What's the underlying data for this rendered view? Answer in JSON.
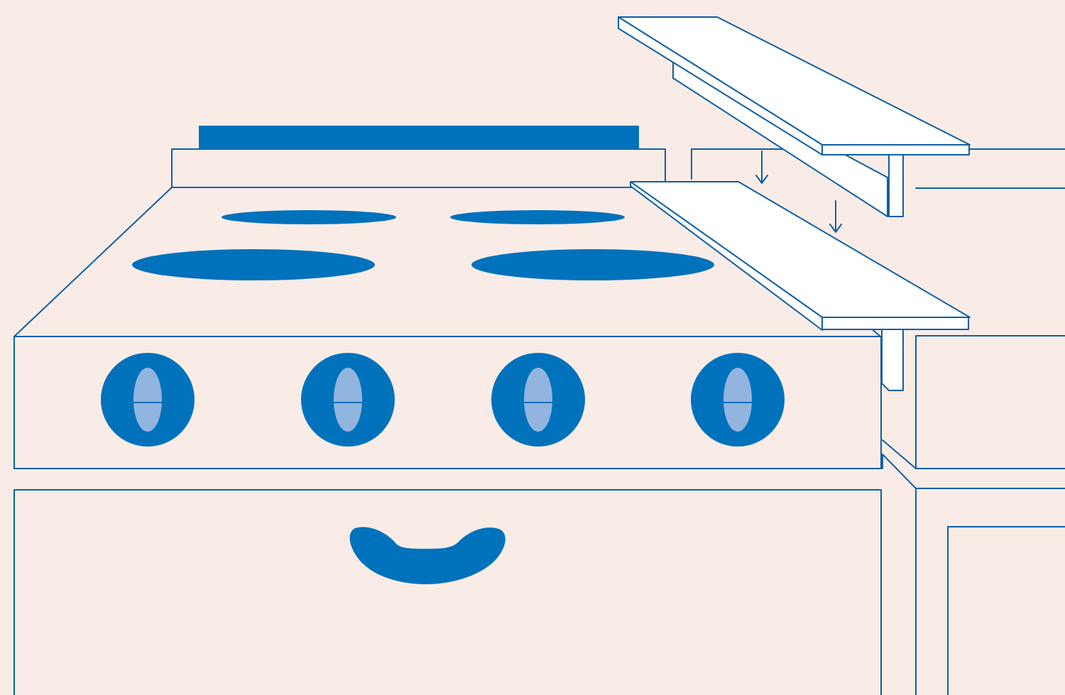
{
  "diagram": {
    "kind": "stove-gap-cover-installation",
    "colors": {
      "background": "#f9ece7",
      "line": "#0f5fa3",
      "fill": "#0072bc",
      "knob_highlight": "#92b5e0",
      "part_fill": "#ffffff"
    },
    "parts": {
      "stove": {
        "burners": 4,
        "knobs": 4,
        "handle": "smile"
      },
      "gap_cover": {
        "count": 2,
        "states": [
          "lifted",
          "installed"
        ],
        "profile": "T-shaped"
      },
      "arrows": {
        "count": 2,
        "direction": "down"
      }
    },
    "text": {}
  }
}
